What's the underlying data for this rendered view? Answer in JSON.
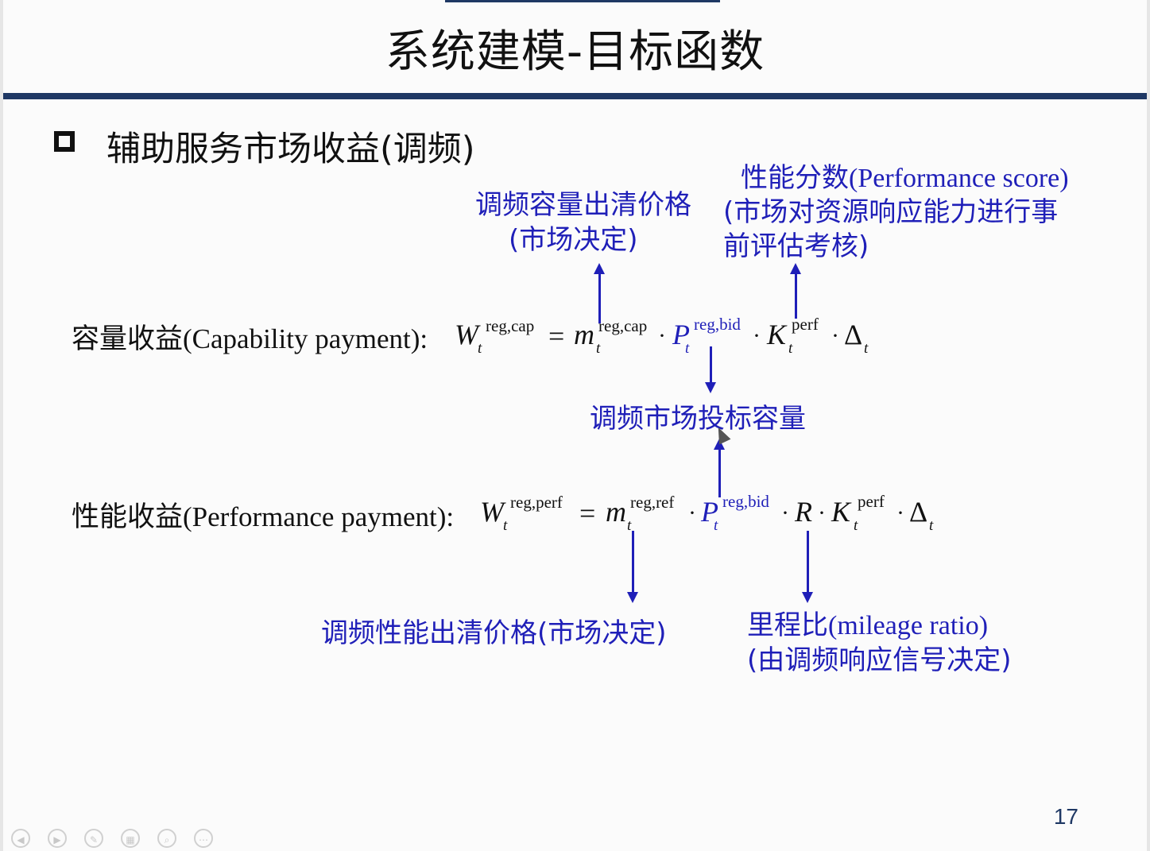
{
  "slide": {
    "title": "系统建模-目标函数",
    "heading": "辅助服务市场收益(调频)",
    "page_number": "17"
  },
  "annotations": {
    "cap_price_line1": "调频容量出清价格",
    "cap_price_line2": "(市场决定)",
    "perf_score_line1_cn": "性能分数",
    "perf_score_line1_en": "(Performance score)",
    "perf_score_line2": "(市场对资源响应能力进行事",
    "perf_score_line3": "前评估考核)",
    "bid_capacity": "调频市场投标容量",
    "perf_price": "调频性能出清价格(市场决定)",
    "mileage_line1_cn": "里程比",
    "mileage_line1_en": "(mileage ratio)",
    "mileage_line2": "(由调频响应信号决定)"
  },
  "equations": {
    "capacity": {
      "label_cn": "容量收益",
      "label_en": "(Capability payment):",
      "W": "W",
      "W_sup": "reg,cap",
      "W_sub": "t",
      "eq": "=",
      "m": "m",
      "m_sup": "reg,cap",
      "m_sub": "t",
      "dot": "·",
      "P": "P",
      "P_sup": "reg,bid",
      "P_sub": "t",
      "K": "K",
      "K_sup": "perf",
      "K_sub": "t",
      "D": "Δ",
      "D_sub": "t"
    },
    "performance": {
      "label_cn": "性能收益",
      "label_en": "(Performance payment):",
      "W": "W",
      "W_sup": "reg,perf",
      "W_sub": "t",
      "eq": "=",
      "m": "m",
      "m_sup": "reg,ref",
      "m_sub": "t",
      "dot": "·",
      "P": "P",
      "P_sup": "reg,bid",
      "P_sub": "t",
      "R": "R",
      "K": "K",
      "K_sup": "perf",
      "K_sub": "t",
      "D": "Δ",
      "D_sub": "t"
    }
  },
  "controls": [
    "prev-icon",
    "next-icon",
    "pen-icon",
    "slides-icon",
    "zoom-icon",
    "more-icon"
  ],
  "colors": {
    "annotation_blue": "#1f1fb8",
    "title_bar": "#1f3864"
  }
}
